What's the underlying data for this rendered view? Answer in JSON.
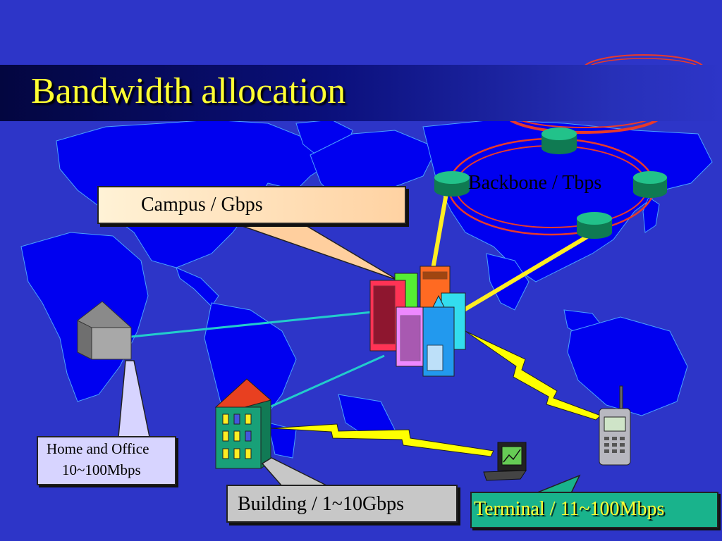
{
  "title": "Bandwidth allocation",
  "labels": {
    "campus": "Campus / Gbps",
    "backbone": "Backbone / Tbps",
    "home_line1": "Home and Office",
    "home_line2": "10~100Mbps",
    "building": "Building  / 1~10Gbps",
    "terminal": "Terminal  / 11~100Mbps"
  },
  "colors": {
    "background": "#2d35c8",
    "title_text": "#ffff33",
    "backbone_ring": "#e83a2a",
    "router": "#139c6a",
    "fiber_link": "#ffee22",
    "lan_link": "#22cccc",
    "wireless_bolt": "#ffff00"
  },
  "icons": [
    "world-map",
    "router-icon",
    "city-buildings-icon",
    "house-icon",
    "office-building-icon",
    "laptop-icon",
    "mobile-phone-icon"
  ]
}
